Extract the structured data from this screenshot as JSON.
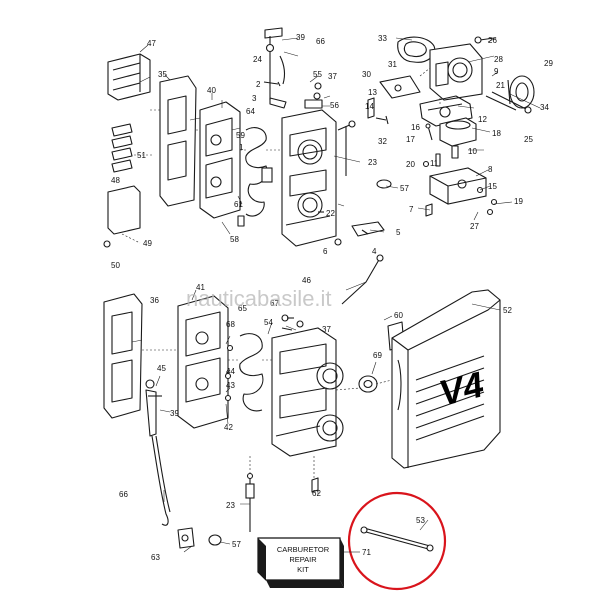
{
  "watermark": "nauticabasile.it",
  "kit_box": {
    "line1": "CARBURETOR",
    "line2": "REPAIR",
    "line3": "KIT",
    "callout": "71"
  },
  "cover_emblem": "V4",
  "highlight_color": "#d9141c",
  "callouts_upper": [
    "47",
    "35",
    "40",
    "24",
    "39",
    "66",
    "33",
    "26",
    "28",
    "29",
    "2",
    "55",
    "37",
    "31",
    "30",
    "9",
    "21",
    "34",
    "3",
    "56",
    "13",
    "14",
    "64",
    "59",
    "1",
    "12",
    "25",
    "17",
    "16",
    "32",
    "18",
    "23",
    "10",
    "11",
    "20",
    "51",
    "57",
    "8",
    "15",
    "48",
    "7",
    "19",
    "61",
    "22",
    "27",
    "58",
    "5",
    "49",
    "6",
    "4",
    "50"
  ],
  "callouts_lower": [
    "46",
    "52",
    "41",
    "36",
    "67",
    "65",
    "54",
    "37",
    "60",
    "68",
    "69",
    "45",
    "44",
    "43",
    "42",
    "39",
    "66",
    "62",
    "23",
    "53",
    "63",
    "57",
    "71"
  ]
}
